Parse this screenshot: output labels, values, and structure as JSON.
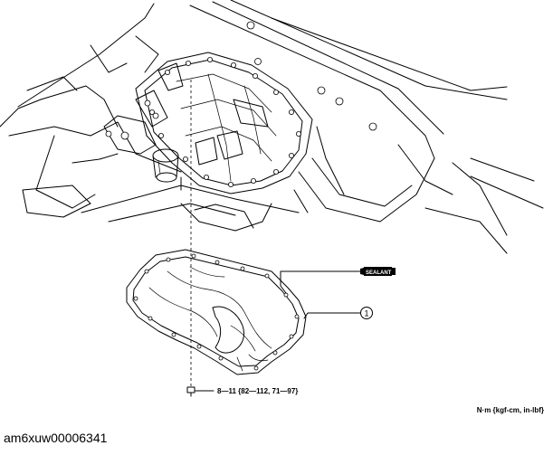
{
  "callout": {
    "number": "1"
  },
  "sealant": {
    "label": "SEALANT"
  },
  "torque": {
    "spec": "8—11 {82—112, 71—97}"
  },
  "units": {
    "label": "N·m {kgf-cm, in-lbf}"
  },
  "figure": {
    "code": "am6xuw00006341"
  }
}
